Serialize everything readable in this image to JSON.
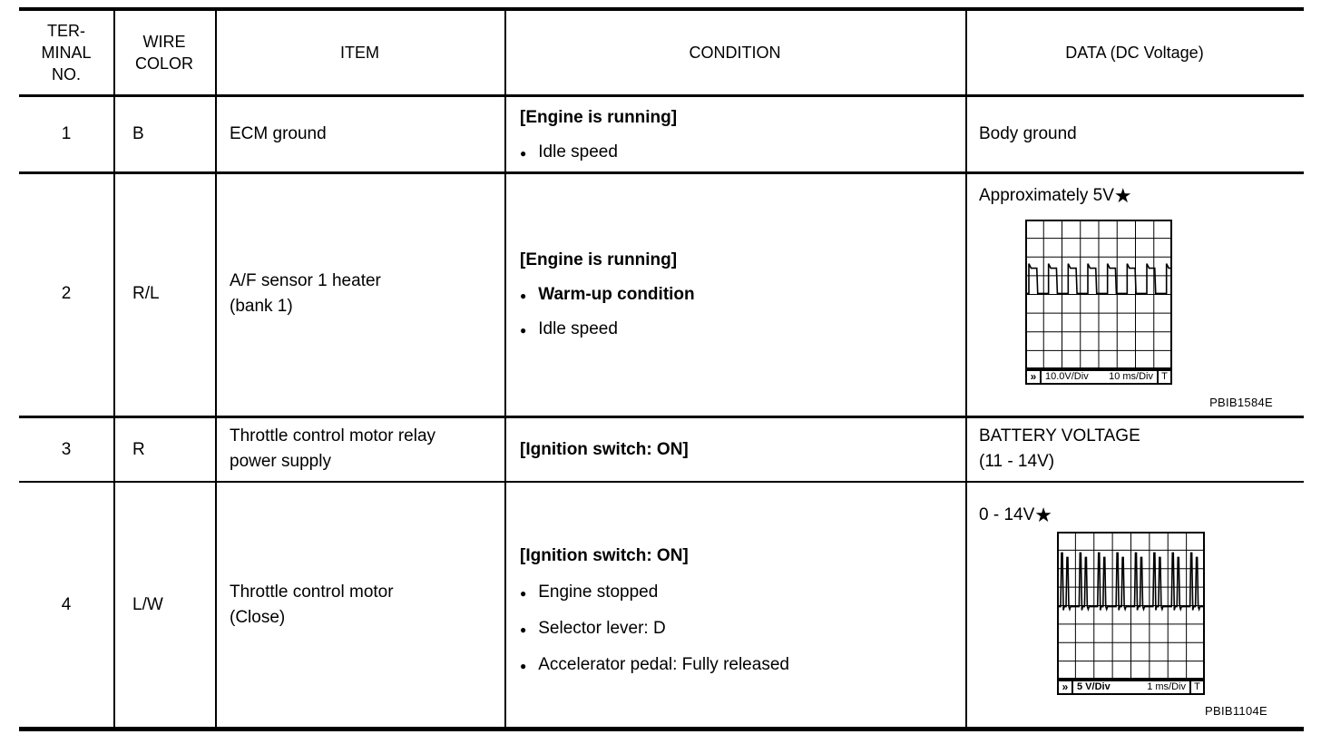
{
  "table": {
    "headers": {
      "terminal": "TER-\nMINAL\nNO.",
      "wire": "WIRE\nCOLOR",
      "item": "ITEM",
      "condition": "CONDITION",
      "data": "DATA (DC Voltage)"
    },
    "rows": [
      {
        "terminal": "1",
        "wire_color": "B",
        "item": "ECM ground",
        "condition_heading": "[Engine is running]",
        "bullets": [
          {
            "text": "Idle speed",
            "bold": false
          }
        ],
        "data_text": "Body ground"
      },
      {
        "terminal": "2",
        "wire_color": "R/L",
        "item": "A/F sensor 1 heater\n(bank 1)",
        "condition_heading": "[Engine is running]",
        "bullets": [
          {
            "text": "Warm-up condition",
            "bold": true
          },
          {
            "text": "Idle speed",
            "bold": false
          }
        ],
        "data_text": "Approximately 5V",
        "data_star": "★",
        "figure_id": "PBIB1584E",
        "scope": {
          "cursor_label": "»",
          "volts_per_div": "10.0V/Div",
          "time_per_div": "10 ms/Div",
          "trigger_label": "T",
          "grid": {
            "cols": 8,
            "rows": 8
          },
          "wave": {
            "type": "square",
            "baseline_div": 3.95,
            "high_div": 2.55,
            "period_div": 1.07,
            "duty": 0.45
          }
        }
      },
      {
        "terminal": "3",
        "wire_color": "R",
        "item": "Throttle control motor relay\npower supply",
        "condition_heading": "[Ignition switch: ON]",
        "bullets": [],
        "data_text": "BATTERY VOLTAGE\n(11 - 14V)"
      },
      {
        "terminal": "4",
        "wire_color": "L/W",
        "item": "Throttle control motor\n(Close)",
        "condition_heading": "[Ignition switch: ON]",
        "bullets": [
          {
            "text": "Engine stopped",
            "bold": false
          },
          {
            "text": "Selector lever: D",
            "bold": false
          },
          {
            "text": "Accelerator pedal: Fully released",
            "bold": false
          }
        ],
        "data_text": "0 - 14V",
        "data_star": "★",
        "figure_id": "PBIB1104E",
        "scope": {
          "cursor_label": "»",
          "volts_per_div": "5 V/Div",
          "time_per_div": "1 ms/Div",
          "trigger_label": "T",
          "grid": {
            "cols": 8,
            "rows": 8
          },
          "wave": {
            "type": "spikes",
            "baseline_div": 4.05,
            "top_div": 1.15,
            "groups": 8,
            "period_div": 1.0
          }
        }
      }
    ]
  }
}
